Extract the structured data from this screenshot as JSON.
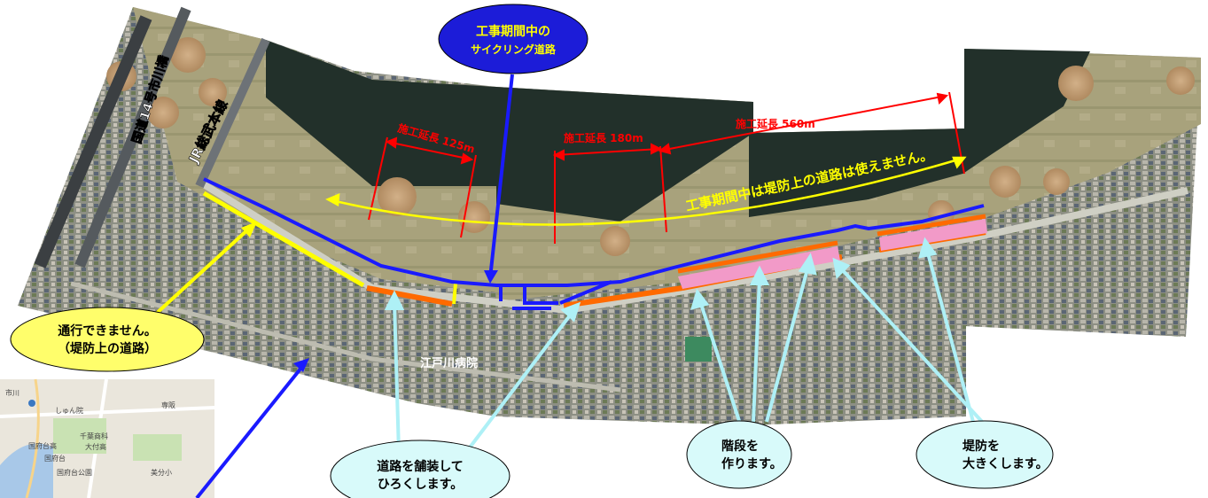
{
  "header_bubble": {
    "line1": "工事期間中の",
    "line2": "サイクリング道路"
  },
  "labels": {
    "route14": "国道14号市川橋",
    "jr_line": "JR総武本線",
    "hospital": "江戸川病院"
  },
  "segments": [
    {
      "label": "施工延長 125m"
    },
    {
      "label": "施工延長 180m"
    },
    {
      "label": "施工延長 560m"
    }
  ],
  "closure_note": "工事期間中は堤防上の道路は使えません。",
  "callouts": {
    "no_pass": {
      "line1": "通行できません。",
      "line2": "（堤防上の道路）"
    },
    "pave": {
      "line1": "道路を舗装して",
      "line2": "ひろくします。"
    },
    "stairs": {
      "line1": "階段を",
      "line2": "作ります。"
    },
    "embankment": {
      "line1": "堤防を",
      "line2": "大きくします。"
    }
  },
  "inset_map": {
    "labels": [
      "しゅん院",
      "千葉商科",
      "大付高",
      "国府台高",
      "国府台",
      "美分小",
      "国府台公園",
      "専阪",
      "市川"
    ]
  },
  "colors": {
    "closed_road": "#ffff00",
    "cycling_route": "#1a1aff",
    "paved_road": "#ff6a00",
    "stairs": "#f29ac8",
    "dimension": "#ff0000",
    "callout_fill": "#fffe6b",
    "callout_light": "#d8fafa",
    "header_fill": "#1c1cd8",
    "pointer_light": "#aef0f6"
  }
}
